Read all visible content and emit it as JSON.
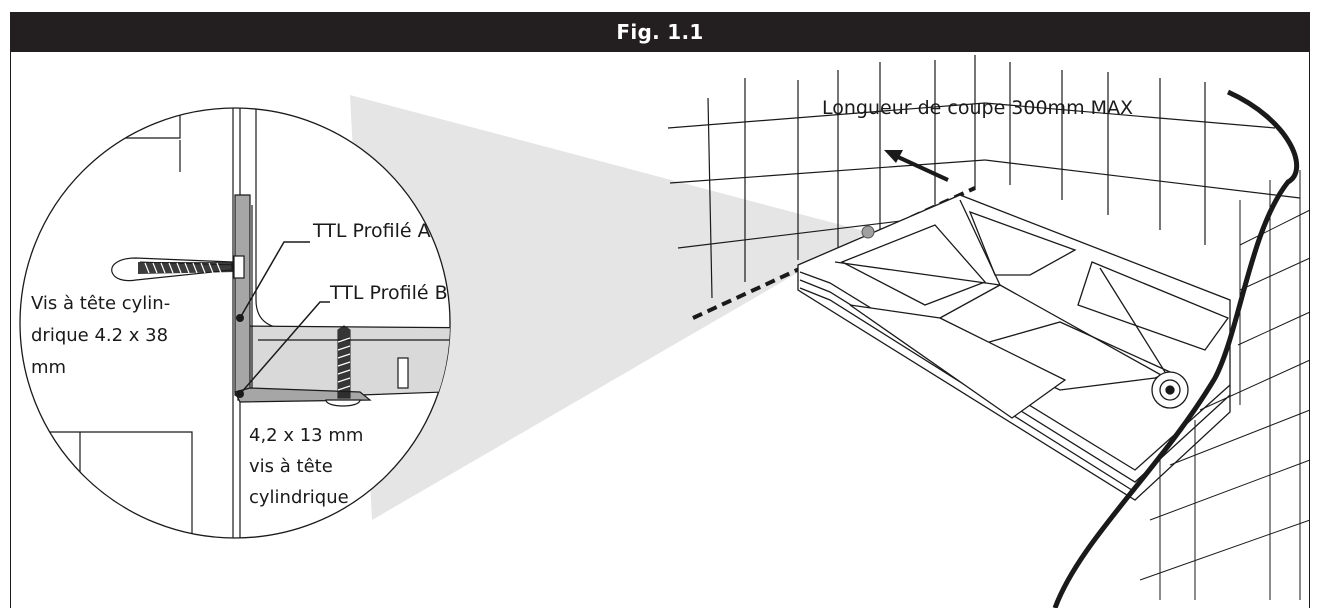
{
  "figure": {
    "title": "Fig. 1.1"
  },
  "labels": {
    "cut_length": "Longueur de coupe 300mm MAX",
    "profile_a": "TTL Profilé A",
    "profile_b": "TTL Profilé B",
    "screw_long_1": "Vis à tête cylin-",
    "screw_long_2": "drique 4.2 x 38",
    "screw_long_3": "mm",
    "screw_short_1": "4,2 x 13 mm",
    "screw_short_2": "vis à tête",
    "screw_short_3": "cylindrique"
  },
  "colors": {
    "header_bg": "#231f20",
    "header_text": "#ffffff",
    "line": "#1a1a1a",
    "callout_fill": "#d9d9d9",
    "profile_fill": "#a6a6a6"
  }
}
